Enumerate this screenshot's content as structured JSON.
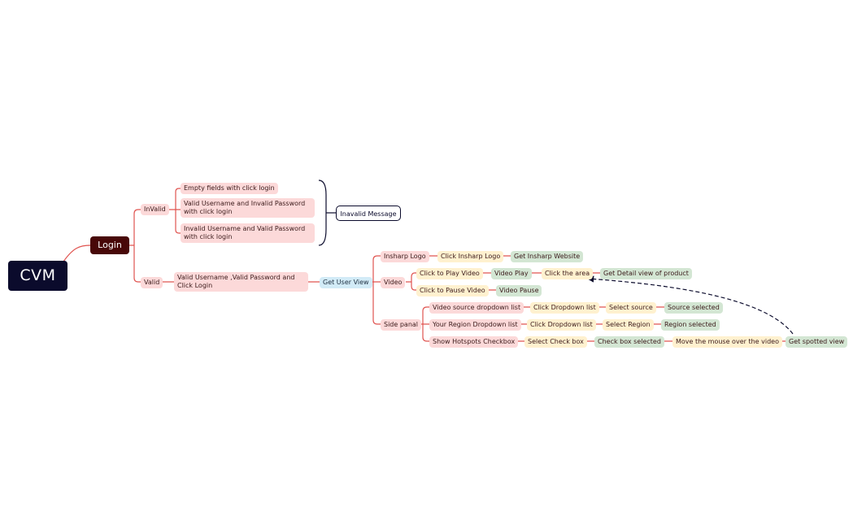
{
  "root": "CVM",
  "login": "Login",
  "invalid": {
    "label": "InValid",
    "cases": [
      "Empty fields with click login",
      "Valid Username and Invalid Password with click login",
      "Invalid Username and Valid Password with click login"
    ],
    "summary": "Inavalid Message"
  },
  "valid": {
    "label": "Valid",
    "case": "Valid Username ,Valid Password and Click Login",
    "result": "Get User View"
  },
  "user_view": {
    "logo": {
      "label": "Insharp Logo",
      "action": "Click Insharp Logo",
      "result": "Get Insharp Website"
    },
    "video": {
      "label": "Video",
      "play_action": "Click to Play Video",
      "play_result": "Video Play",
      "area_action": "Click the area",
      "area_result": "Get Detail view of product",
      "pause_action": "Click to Pause Video",
      "pause_result": "Video Pause"
    },
    "side_panel": {
      "label": "Side panal",
      "source_list": "Video source dropdown list",
      "source_click": "Click Dropdown list",
      "source_select": "Select source",
      "source_result": "Source selected",
      "region_list": "Your Region Dropdown list",
      "region_click": "Click Dropdown list",
      "region_select": "Select Region",
      "region_result": "Region selected",
      "hotspot_checkbox": "Show Hotspots Checkbox",
      "hotspot_select": "Select Check box",
      "hotspot_selected": "Check box selected",
      "hotspot_hover": "Move the mouse over the video",
      "hotspot_result": "Get spotted view"
    }
  },
  "colors": {
    "root": "#0b0b2c",
    "login": "#480808",
    "branch_line": "#e0534f",
    "pink": "#fcd9d9",
    "yellow": "#fff1cf",
    "green": "#d3e6d3",
    "blue": "#d2ebf7"
  }
}
